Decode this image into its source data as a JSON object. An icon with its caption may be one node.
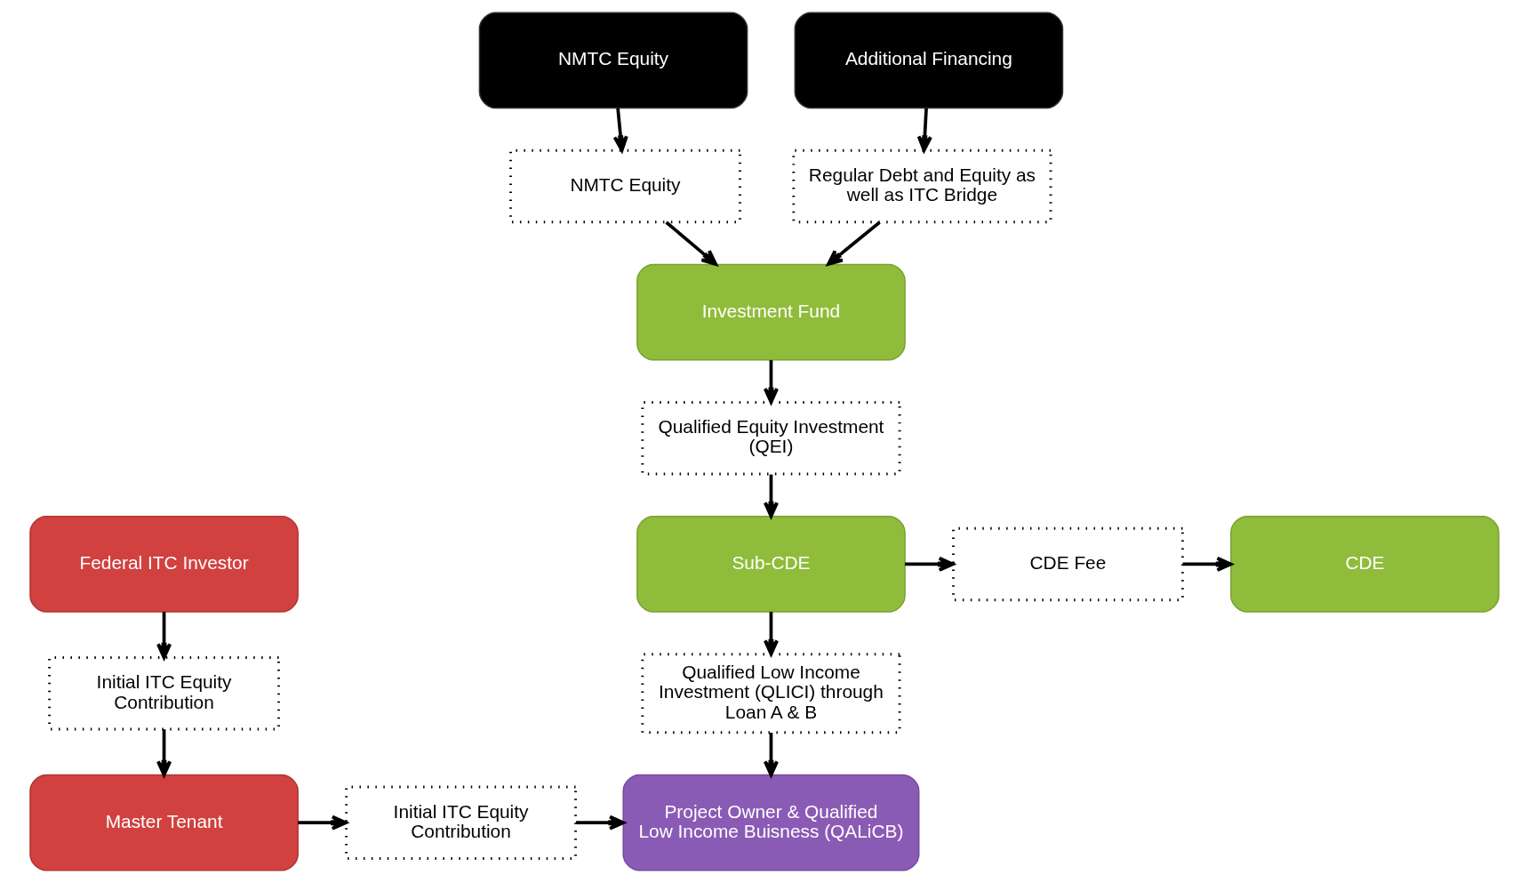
{
  "diagram": {
    "nodes": [
      {
        "text": [
          "NMTC Equity"
        ]
      },
      {
        "text": [
          "Additional Financing"
        ]
      },
      {
        "text": [
          "NMTC Equity"
        ]
      },
      {
        "text": [
          "Regular Debt and Equity as well as ITC Bridge"
        ]
      },
      {
        "text": [
          "Investment Fund"
        ]
      },
      {
        "text": [
          "Qualified Equity Investment (QEI)"
        ]
      },
      {
        "text": [
          "Federal ITC Investor"
        ]
      },
      {
        "text": [
          "Sub-CDE"
        ]
      },
      {
        "text": [
          "CDE Fee"
        ]
      },
      {
        "text": [
          "CDE"
        ]
      },
      {
        "text": [
          "Initial ITC Equity Contribution"
        ]
      },
      {
        "text": [
          "Qualified Low Income Investment (QLICI) through Loan A & B"
        ]
      },
      {
        "text": [
          "Master Tenant"
        ]
      },
      {
        "text": [
          "Initial ITC Equity Contribution"
        ]
      },
      {
        "text": [
          "Project Owner & Qualified Low Income Buisness (QALiCB)"
        ]
      }
    ],
    "edges": [
      {
        "from": 0,
        "to": 2,
        "arrow": "to"
      },
      {
        "from": 1,
        "to": 3,
        "arrow": "to"
      },
      {
        "from": 2,
        "to": 4,
        "arrow": "to"
      },
      {
        "from": 3,
        "to": 4,
        "arrow": "to"
      },
      {
        "from": 4,
        "to": 5,
        "arrow": "to"
      },
      {
        "from": 5,
        "to": 7,
        "arrow": "to"
      },
      {
        "from": 7,
        "to": 8,
        "arrow": "to"
      },
      {
        "from": 8,
        "to": 9,
        "arrow": "to"
      },
      {
        "from": 6,
        "to": 10,
        "arrow": "to"
      },
      {
        "from": 10,
        "to": 12,
        "arrow": "to"
      },
      {
        "from": 7,
        "to": 11,
        "arrow": "to"
      },
      {
        "from": 11,
        "to": 14,
        "arrow": "to"
      },
      {
        "from": 12,
        "to": 13,
        "arrow": "to"
      },
      {
        "from": 13,
        "to": 14,
        "arrow": "to"
      }
    ]
  }
}
